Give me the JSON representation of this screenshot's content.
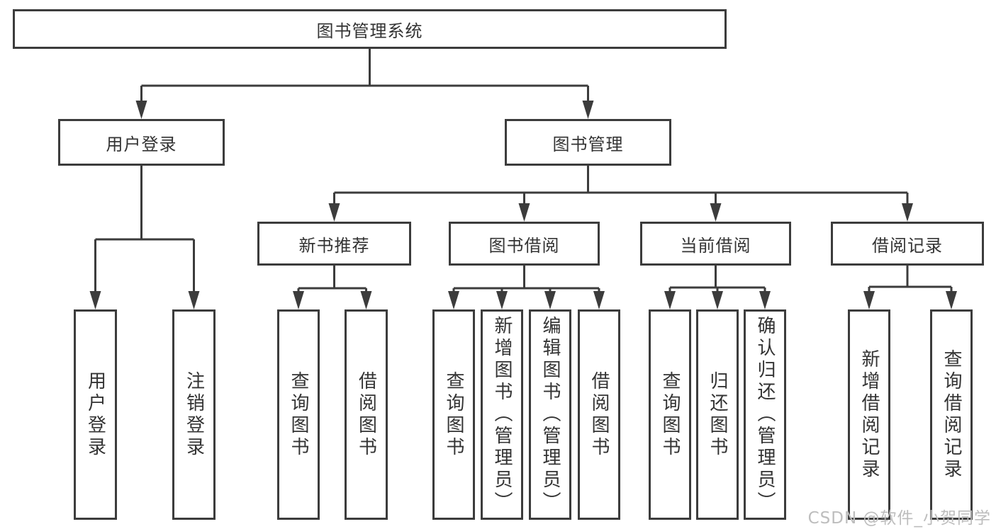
{
  "colors": {
    "line": "#3c3c3c",
    "text": "#333333",
    "watermark": "#bdbdbd",
    "background": "#ffffff"
  },
  "watermark": {
    "text": "CSDN @软件_小贺同学"
  },
  "tree": {
    "label": "图书管理系统",
    "children": [
      {
        "label": "用户登录",
        "children": [
          {
            "label": "用户登录"
          },
          {
            "label": "注销登录"
          }
        ]
      },
      {
        "label": "图书管理",
        "children": [
          {
            "label": "新书推荐",
            "children": [
              {
                "label": "查询图书"
              },
              {
                "label": "借阅图书"
              }
            ]
          },
          {
            "label": "图书借阅",
            "children": [
              {
                "label": "查询图书"
              },
              {
                "label": "新增图书（管理员）"
              },
              {
                "label": "编辑图书（管理员）"
              },
              {
                "label": "借阅图书"
              }
            ]
          },
          {
            "label": "当前借阅",
            "children": [
              {
                "label": "查询图书"
              },
              {
                "label": "归还图书"
              },
              {
                "label": "确认归还（管理员）"
              }
            ]
          },
          {
            "label": "借阅记录",
            "children": [
              {
                "label": "新增借阅记录"
              },
              {
                "label": "查询借阅记录"
              }
            ]
          }
        ]
      }
    ]
  }
}
